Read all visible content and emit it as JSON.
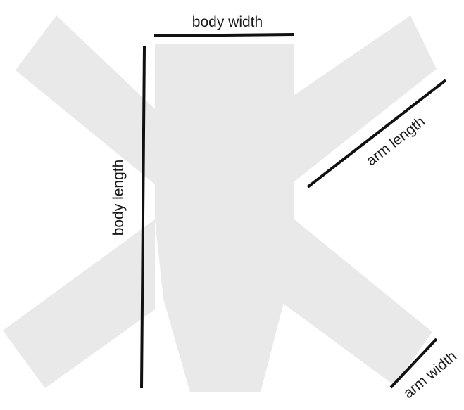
{
  "diagram": {
    "labels": {
      "body_width": "body width",
      "body_length": "body length",
      "arm_length": "arm length",
      "arm_width": "arm width"
    },
    "colors": {
      "shape_fill": "#e9e9e9",
      "measure_line": "#111111",
      "text": "#1a1a1a",
      "background": "#ffffff"
    }
  }
}
